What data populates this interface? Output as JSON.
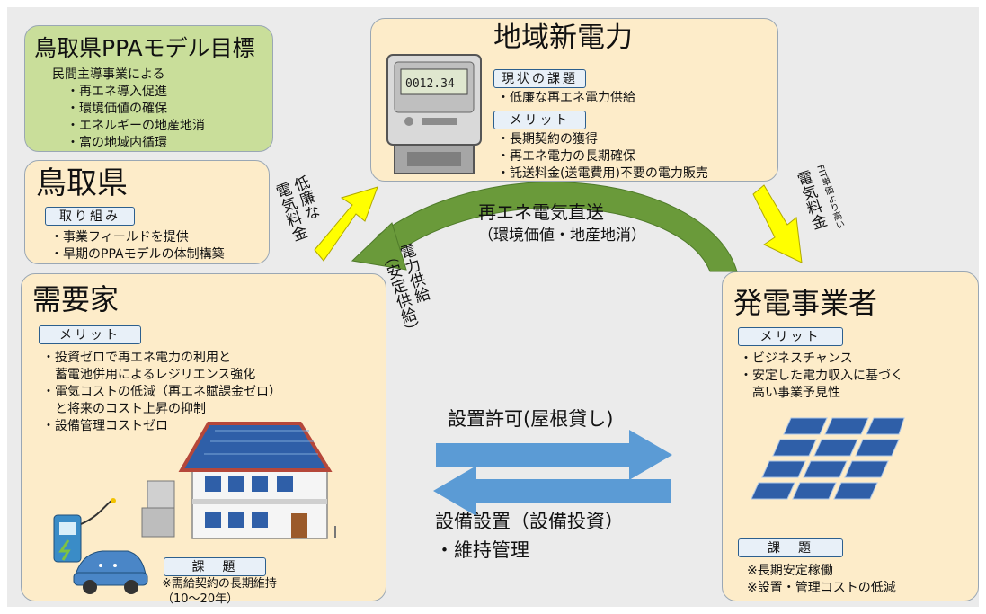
{
  "target": {
    "title": "鳥取県PPAモデル目標",
    "intro": "民間主導事業による",
    "items": [
      "・再エネ導入促進",
      "・環境価値の確保",
      "・エネルギーの地産地消",
      "・富の地域内循環"
    ]
  },
  "prefecture": {
    "title": "鳥取県",
    "tag": "取り組み",
    "items": [
      "・事業フィールドを提供",
      "・早期のPPAモデルの体制構築"
    ]
  },
  "power_company": {
    "title": "地域新電力",
    "tag_issue": "現状の課題",
    "issue_items": [
      "・低廉な再エネ電力供給"
    ],
    "tag_merit": "メリット",
    "merit_items": [
      "・長期契約の獲得",
      "・再エネ電力の長期確保",
      "・託送料金(送電費用)不要の電力販売"
    ],
    "meter_display": "0012.34"
  },
  "consumer": {
    "title": "需要家",
    "tag_merit": "メリット",
    "merit_items": [
      "・投資ゼロで再エネ電力の利用と",
      "　蓄電池併用によるレジリエンス強化",
      "・電気コストの低減（再エネ賦課金ゼロ）",
      "　と将来のコスト上昇の抑制",
      "・設備管理コストゼロ"
    ],
    "tag_issue": "課　題",
    "issue_items": [
      "※需給契約の長期維持",
      "（10～20年）"
    ]
  },
  "generator": {
    "title": "発電事業者",
    "tag_merit": "メリット",
    "merit_items": [
      "・ビジネスチャンス",
      "・安定した電力収入に基づく",
      "　高い事業予見性"
    ],
    "tag_issue": "課　題",
    "issue_items": [
      "※長期安定稼働",
      "※設置・管理コストの低減"
    ]
  },
  "flows": {
    "direct_title": "再エネ電気直送",
    "direct_sub": "（環境価値・地産地消）",
    "supply_line1": "電力供給",
    "supply_line2": "（安定供給）",
    "cheap_line1": "低廉な",
    "cheap_line2": "電気料金",
    "fit_line1": "FIT単価より高い",
    "fit_line2": "電気料金",
    "permit": "設置許可(屋根貸し)",
    "install_line1": "設備設置（設備投資）",
    "install_line2": "・維持管理"
  },
  "colors": {
    "cream": "#fdecc9",
    "green_box": "#c9de9a",
    "tag_border": "#2c5f8e",
    "blue_arrow": "#5b9bd5",
    "yellow_arrow": "#ffff00",
    "green_arrow": "#6a9a3a"
  }
}
